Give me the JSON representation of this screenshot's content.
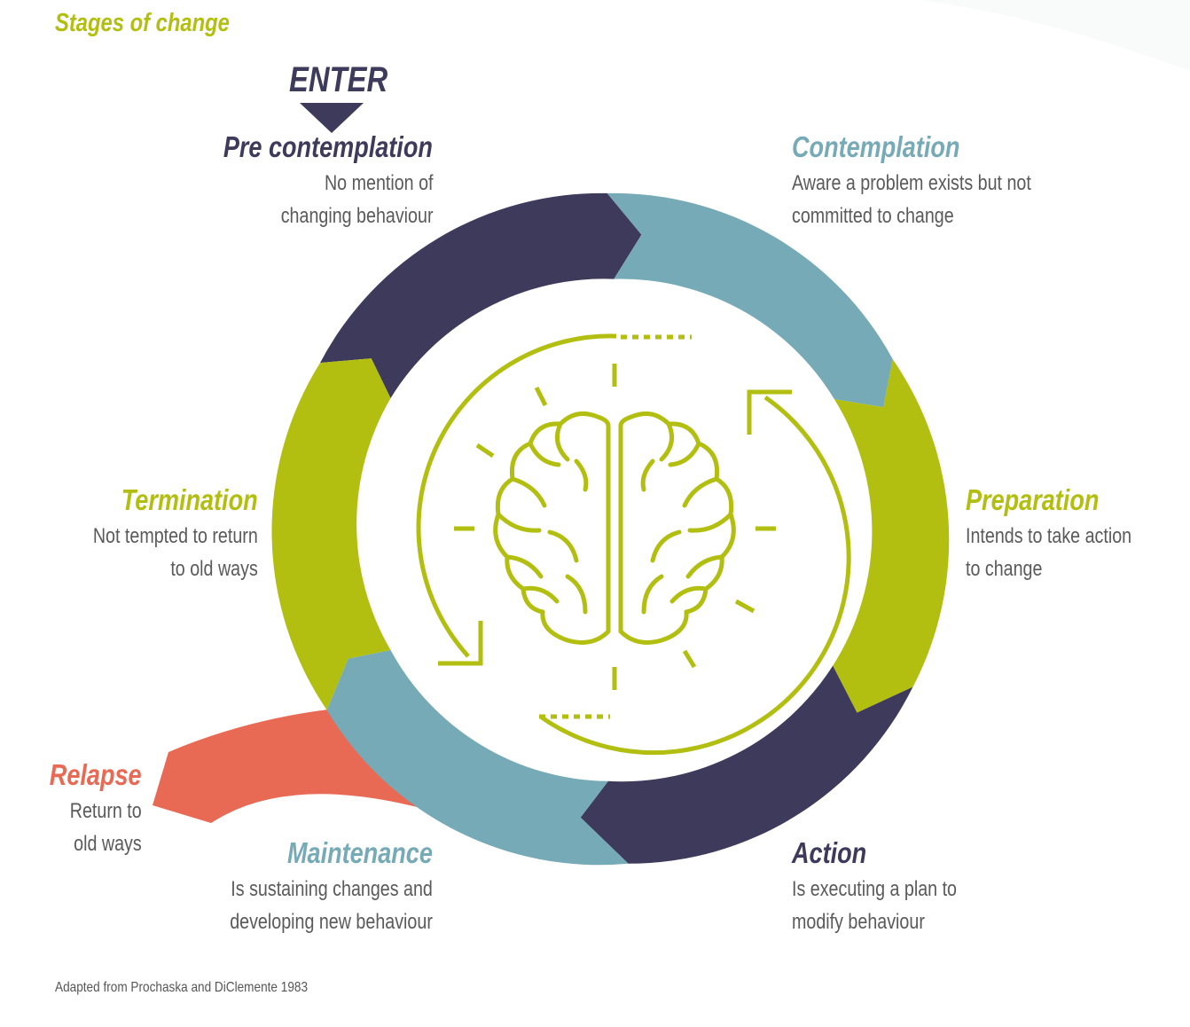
{
  "title": "Stages of change",
  "enter_label": "ENTER",
  "colors": {
    "olive": "#b2bf10",
    "navy": "#3e3a5c",
    "teal": "#75aab6",
    "coral": "#e96a54"
  },
  "stages": {
    "precontemplation": {
      "name": "Pre contemplation",
      "desc_lines": [
        "No mention of",
        "changing behaviour"
      ]
    },
    "contemplation": {
      "name": "Contemplation",
      "desc_lines": [
        "Aware a problem exists but not",
        "committed to change"
      ]
    },
    "preparation": {
      "name": "Preparation",
      "desc_lines": [
        "Intends to take action",
        "to change"
      ]
    },
    "action": {
      "name": "Action",
      "desc_lines": [
        "Is executing a plan to",
        "modify behaviour"
      ]
    },
    "maintenance": {
      "name": "Maintenance",
      "desc_lines": [
        "Is sustaining changes and",
        "developing new behaviour"
      ]
    },
    "termination": {
      "name": "Termination",
      "desc_lines": [
        "Not tempted to return",
        "to old ways"
      ]
    },
    "relapse": {
      "name": "Relapse",
      "desc_lines": [
        "Return to",
        "old ways"
      ]
    }
  },
  "center_icon": "brain-icon",
  "footer": "Adapted from Prochaska and DiClemente 1983"
}
